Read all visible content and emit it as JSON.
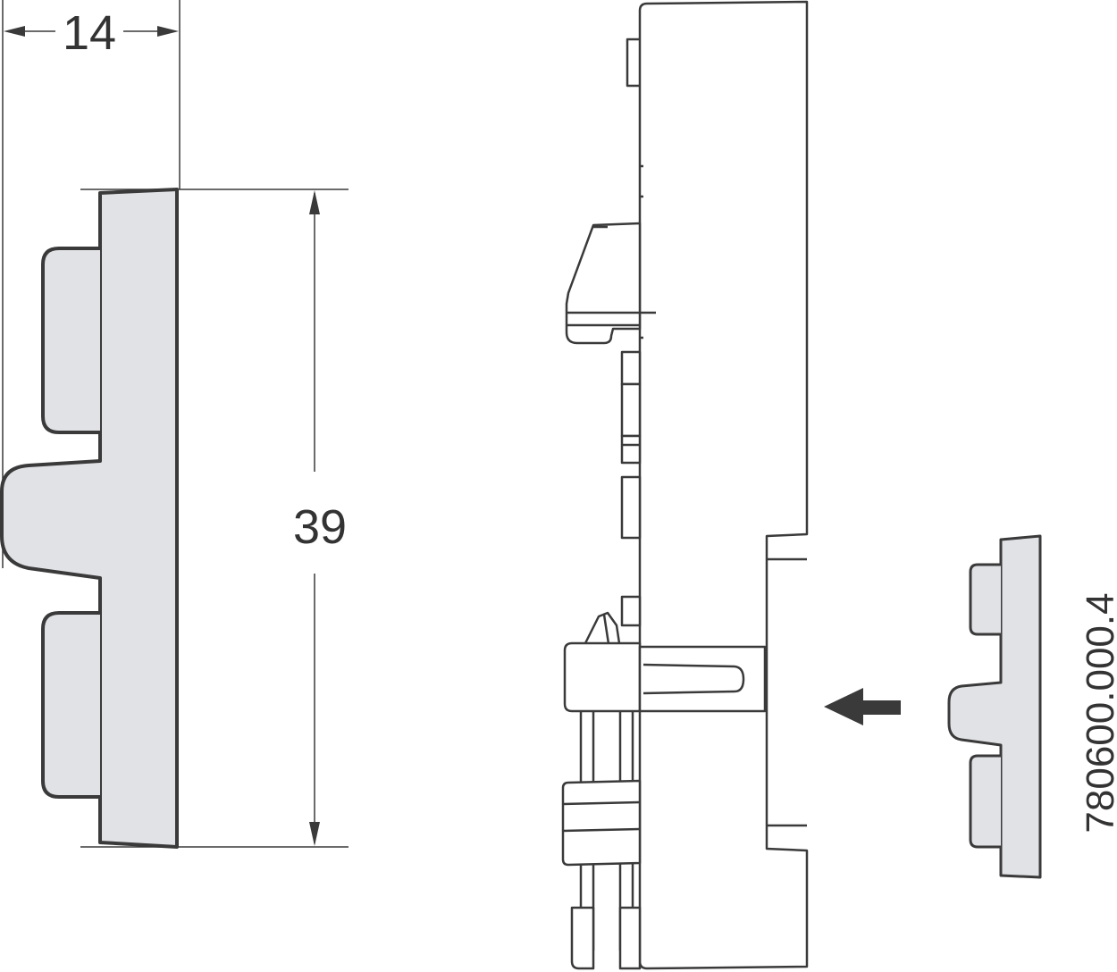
{
  "dimensions": {
    "width_label": "14",
    "height_label": "39"
  },
  "drawing_number": "780600.000.4",
  "colors": {
    "part_fill": "#e1e2e6",
    "stroke": "#3a3a3a",
    "text": "#333333"
  }
}
